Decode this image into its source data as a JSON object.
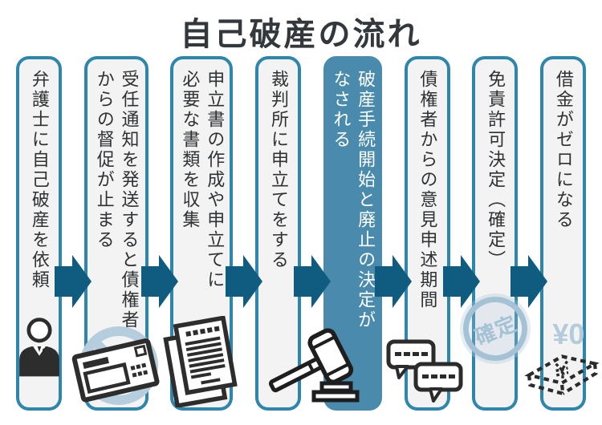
{
  "title": "自己破産の流れ",
  "colors": {
    "box_border": "#2e86ad",
    "box_background": "#f3f3f3",
    "highlight_background": "#4a8aac",
    "arrow": "#0f5c80",
    "icon_dark": "#2d2d2d",
    "accent_light_blue": "#b5cddd",
    "stamp_blue": "#a5c2d5",
    "title_color": "#33383c"
  },
  "steps": [
    {
      "label": "弁護士に自己破産を依頼",
      "icon": "lawyer-person-icon",
      "highlighted": false
    },
    {
      "label": "受任通知を発送すると債権者\nからの督促が止まる",
      "icon": "blocked-envelope-icon",
      "highlighted": false
    },
    {
      "label": "申立書の作成や申立てに\n必要な書類を収集",
      "icon": "documents-icon",
      "highlighted": false
    },
    {
      "label": "裁判所に申立てをする",
      "icon": "gavel-icon",
      "highlighted": false
    },
    {
      "label": "破産手続開始と廃止の決定が\nなされる",
      "icon": "",
      "highlighted": true
    },
    {
      "label": "債権者からの意見申述期間",
      "icon": "speech-bubbles-icon",
      "highlighted": false
    },
    {
      "label": "免責許可決定（確定）",
      "icon": "kakutei-stamp-icon",
      "stamp_text": "確定",
      "highlighted": false
    },
    {
      "label": "借金がゼロになる",
      "icon": "zero-yen-bill-icon",
      "zero_text": "¥0",
      "highlighted": false
    }
  ]
}
